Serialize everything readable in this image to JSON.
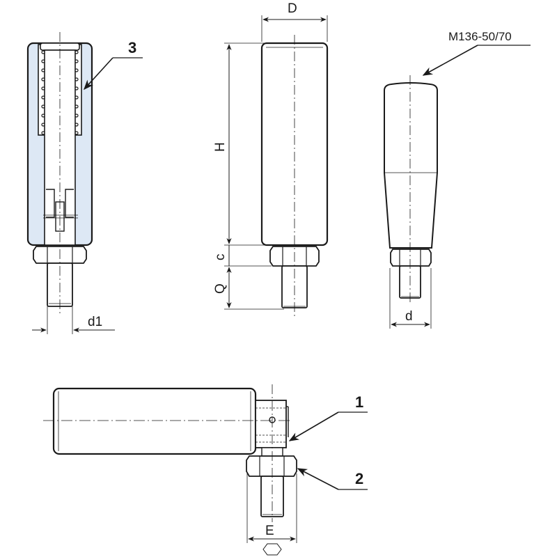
{
  "title": "Indexing plunger handle technical drawing",
  "colors": {
    "line": "#1a1a1a",
    "section_fill": "#dde8f5",
    "background": "#ffffff"
  },
  "views": {
    "section": {
      "callout": "3",
      "dimension_d1": "d1"
    },
    "front": {
      "dimension_D": "D",
      "dimension_H": "H",
      "dimension_c": "c",
      "dimension_Q": "Q"
    },
    "tapered": {
      "model_label": "M136-50/70",
      "dimension_d": "d"
    },
    "side": {
      "callout_1": "1",
      "callout_2": "2",
      "dimension_E": "E",
      "hex_symbol": "hexagon-icon"
    }
  }
}
